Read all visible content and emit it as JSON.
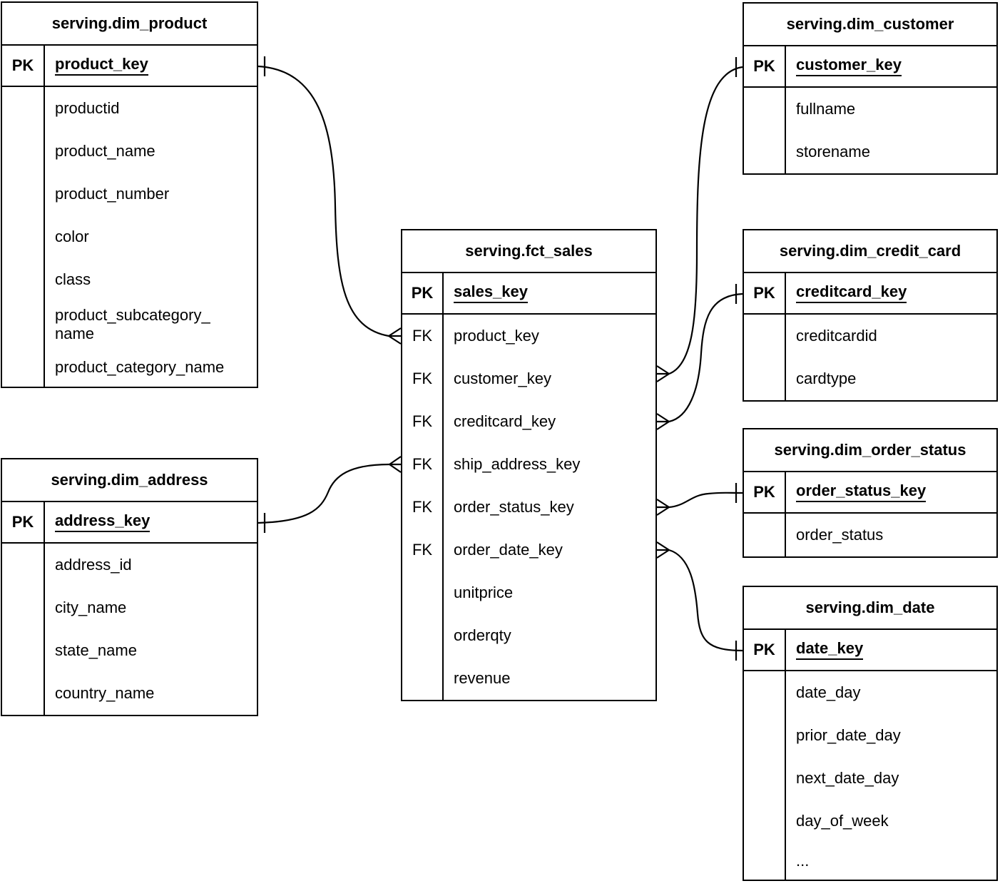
{
  "diagram": {
    "background_color": "#ffffff",
    "line_color": "#000000",
    "text_color": "#000000",
    "notation": "crow's foot"
  },
  "entities": {
    "dim_product": {
      "title": "serving.dim_product",
      "pk_tag": "PK",
      "pk_field": "product_key",
      "rows": [
        {
          "tag": "",
          "field": "productid"
        },
        {
          "tag": "",
          "field": "product_name"
        },
        {
          "tag": "",
          "field": "product_number"
        },
        {
          "tag": "",
          "field": "color"
        },
        {
          "tag": "",
          "field": "class"
        },
        {
          "tag": "",
          "field": "product_subcategory_name",
          "lines": [
            "product_subcategory_",
            "name"
          ]
        },
        {
          "tag": "",
          "field": "product_category_name"
        }
      ]
    },
    "dim_customer": {
      "title": "serving.dim_customer",
      "pk_tag": "PK",
      "pk_field": "customer_key",
      "rows": [
        {
          "tag": "",
          "field": "fullname"
        },
        {
          "tag": "",
          "field": "storename"
        }
      ]
    },
    "fct_sales": {
      "title": "serving.fct_sales",
      "pk_tag": "PK",
      "pk_field": "sales_key",
      "rows": [
        {
          "tag": "FK",
          "field": "product_key"
        },
        {
          "tag": "FK",
          "field": "customer_key"
        },
        {
          "tag": "FK",
          "field": "creditcard_key"
        },
        {
          "tag": "FK",
          "field": "ship_address_key"
        },
        {
          "tag": "FK",
          "field": "order_status_key"
        },
        {
          "tag": "FK",
          "field": "order_date_key"
        },
        {
          "tag": "",
          "field": "unitprice"
        },
        {
          "tag": "",
          "field": "orderqty"
        },
        {
          "tag": "",
          "field": "revenue"
        }
      ]
    },
    "dim_credit_card": {
      "title": "serving.dim_credit_card",
      "pk_tag": "PK",
      "pk_field": "creditcard_key",
      "rows": [
        {
          "tag": "",
          "field": "creditcardid"
        },
        {
          "tag": "",
          "field": "cardtype"
        }
      ]
    },
    "dim_order_status": {
      "title": "serving.dim_order_status",
      "pk_tag": "PK",
      "pk_field": "order_status_key",
      "rows": [
        {
          "tag": "",
          "field": "order_status"
        }
      ]
    },
    "dim_date": {
      "title": "serving.dim_date",
      "pk_tag": "PK",
      "pk_field": "date_key",
      "rows": [
        {
          "tag": "",
          "field": "date_day"
        },
        {
          "tag": "",
          "field": "prior_date_day"
        },
        {
          "tag": "",
          "field": "next_date_day"
        },
        {
          "tag": "",
          "field": "day_of_week"
        },
        {
          "tag": "",
          "field": "..."
        }
      ]
    },
    "dim_address": {
      "title": "serving.dim_address",
      "pk_tag": "PK",
      "pk_field": "address_key",
      "rows": [
        {
          "tag": "",
          "field": "address_id"
        },
        {
          "tag": "",
          "field": "city_name"
        },
        {
          "tag": "",
          "field": "state_name"
        },
        {
          "tag": "",
          "field": "country_name"
        }
      ]
    }
  },
  "relationships": [
    {
      "many_table": "serving.fct_sales",
      "many_field": "product_key",
      "one_table": "serving.dim_product",
      "one_field": "product_key",
      "cardinality": "many-to-one"
    },
    {
      "many_table": "serving.fct_sales",
      "many_field": "customer_key",
      "one_table": "serving.dim_customer",
      "one_field": "customer_key",
      "cardinality": "many-to-one"
    },
    {
      "many_table": "serving.fct_sales",
      "many_field": "creditcard_key",
      "one_table": "serving.dim_credit_card",
      "one_field": "creditcard_key",
      "cardinality": "many-to-one"
    },
    {
      "many_table": "serving.fct_sales",
      "many_field": "ship_address_key",
      "one_table": "serving.dim_address",
      "one_field": "address_key",
      "cardinality": "many-to-one"
    },
    {
      "many_table": "serving.fct_sales",
      "many_field": "order_status_key",
      "one_table": "serving.dim_order_status",
      "one_field": "order_status_key",
      "cardinality": "many-to-one"
    },
    {
      "many_table": "serving.fct_sales",
      "many_field": "order_date_key",
      "one_table": "serving.dim_date",
      "one_field": "date_key",
      "cardinality": "many-to-one"
    }
  ]
}
